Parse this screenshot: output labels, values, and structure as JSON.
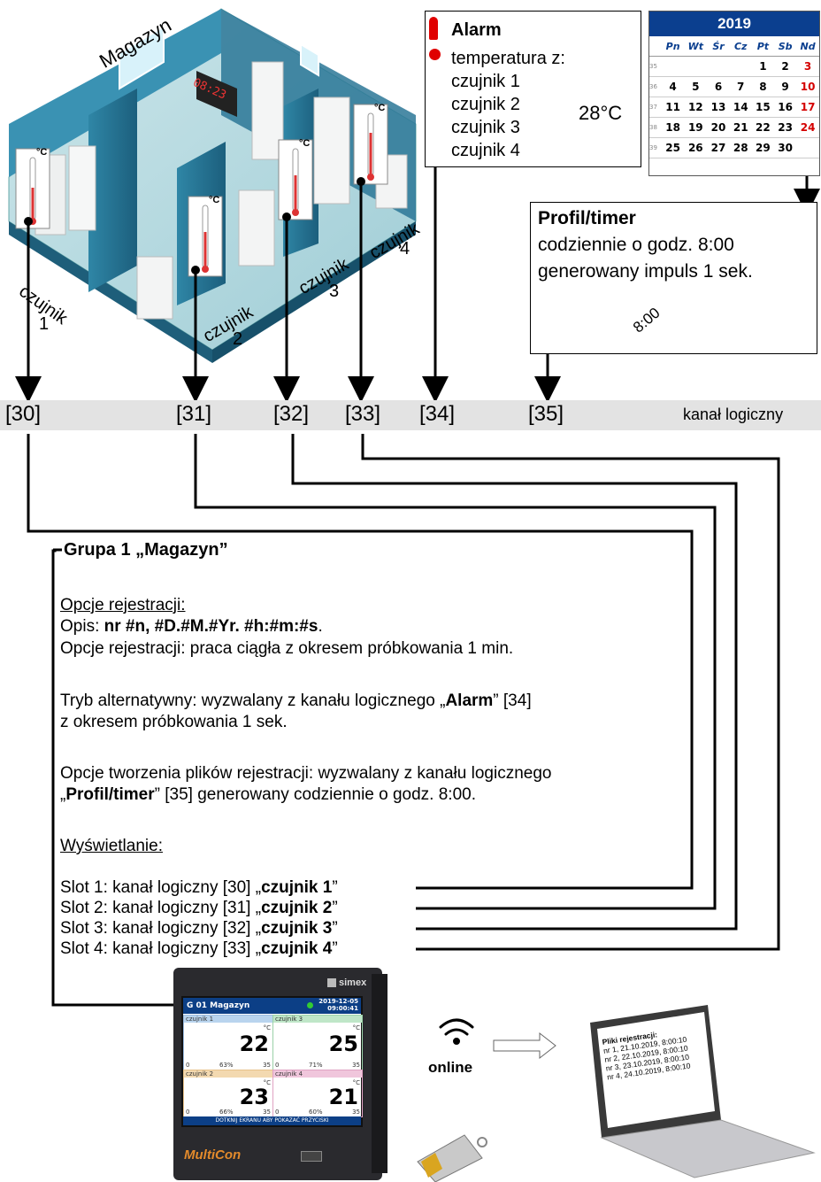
{
  "warehouse": {
    "title": "Magazyn",
    "clock": "08:23",
    "sensors": [
      {
        "label_word": "czujnik",
        "label_num": "1"
      },
      {
        "label_word": "czujnik",
        "label_num": "2"
      },
      {
        "label_word": "czujnik",
        "label_num": "3"
      },
      {
        "label_word": "czujnik",
        "label_num": "4"
      }
    ],
    "thermo_unit": "°C"
  },
  "alarm": {
    "title": "Alarm",
    "line1": "temperatura z:",
    "sensors": [
      "czujnik 1",
      "czujnik 2",
      "czujnik 3",
      "czujnik 4"
    ],
    "threshold": "28°C"
  },
  "calendar": {
    "year": "2019",
    "weekdays": [
      "Pn",
      "Wt",
      "Śr",
      "Cz",
      "Pt",
      "Sb",
      "Nd"
    ],
    "weeks": [
      {
        "wk": "35",
        "days": [
          "",
          "",
          "",
          "",
          "",
          "1",
          "2",
          "3"
        ]
      },
      {
        "wk": "36",
        "days": [
          "4",
          "5",
          "6",
          "7",
          "8",
          "9",
          "10"
        ]
      },
      {
        "wk": "37",
        "days": [
          "11",
          "12",
          "13",
          "14",
          "15",
          "16",
          "17"
        ]
      },
      {
        "wk": "38",
        "days": [
          "18",
          "19",
          "20",
          "21",
          "22",
          "23",
          "24"
        ]
      },
      {
        "wk": "39",
        "days": [
          "25",
          "26",
          "27",
          "28",
          "29",
          "30",
          ""
        ]
      }
    ],
    "accent_color": "#0b3f8f",
    "sunday_color": "#d40000"
  },
  "profile": {
    "title": "Profil/timer",
    "line1": "codziennie o godz. 8:00",
    "line2": "generowany impuls 1 sek.",
    "pulse_label": "8:00"
  },
  "channels": {
    "items": [
      "[30]",
      "[31]",
      "[32]",
      "[33]",
      "[34]",
      "[35]"
    ],
    "label": "kanał logiczny"
  },
  "group": {
    "title": "Grupa 1 „Magazyn”",
    "reg_header": "Opcje rejestracji:",
    "desc_prefix": "Opis: ",
    "desc_value": "nr #n, #D.#M.#Yr. #h:#m:#s",
    "desc_suffix": ".",
    "reg_line": "Opcje rejestracji: praca ciągła z okresem próbkowania 1 min.",
    "alt_prefix": "Tryb alternatywny: wyzwalany z kanału logicznego „",
    "alt_bold": "Alarm",
    "alt_suffix": "” [34]",
    "alt_line2": "z okresem próbkowania 1 sek.",
    "files_line1": "Opcje tworzenia plików rejestracji: wyzwalany z kanału logicznego",
    "files_prefix": "„",
    "files_bold": "Profil/timer",
    "files_suffix": "” [35] generowany codziennie o godz. 8:00.",
    "display_header": "Wyświetlanie:",
    "slots": [
      {
        "prefix": "Slot 1: kanał logiczny [30] „",
        "bold": "czujnik 1",
        "suffix": "”"
      },
      {
        "prefix": "Slot 2: kanał logiczny [31] „",
        "bold": "czujnik 2",
        "suffix": "”"
      },
      {
        "prefix": "Slot 3: kanał logiczny [32] „",
        "bold": "czujnik 3",
        "suffix": "”"
      },
      {
        "prefix": "Slot 4: kanał logiczny [33] „",
        "bold": "czujnik 4",
        "suffix": "”"
      }
    ]
  },
  "device": {
    "brand": "simex",
    "model": "MultiCon",
    "header_title": "G 01  Magazyn",
    "header_date": "2019-12-05",
    "header_time": "09:00:41",
    "tiles": [
      {
        "name": "czujnik 1",
        "unit": "°C",
        "value": "22",
        "bar_min": "0",
        "bar_pct": "63%",
        "bar_max": "35",
        "color": "#b9d4ee"
      },
      {
        "name": "czujnik 3",
        "unit": "°C",
        "value": "25",
        "bar_min": "0",
        "bar_pct": "71%",
        "bar_max": "35",
        "color": "#bfe6c8"
      },
      {
        "name": "czujnik 2",
        "unit": "°C",
        "value": "23",
        "bar_min": "0",
        "bar_pct": "66%",
        "bar_max": "35",
        "color": "#f3d9b0"
      },
      {
        "name": "czujnik 4",
        "unit": "°C",
        "value": "21",
        "bar_min": "0",
        "bar_pct": "60%",
        "bar_max": "35",
        "color": "#f0c6dc"
      }
    ],
    "footer": "DOTKNIJ EKRANU ABY POKAZAĆ PRZYCISKI"
  },
  "online": {
    "label": "online"
  },
  "laptop": {
    "title": "Pliki rejestracji:",
    "files": [
      "nr 1, 21.10.2019, 8:00:10",
      "nr 2, 22.10.2019, 8:00:10",
      "nr 3, 23.10.2019, 8:00:10",
      "nr 4, 24.10.2019, 8:00:10"
    ]
  }
}
